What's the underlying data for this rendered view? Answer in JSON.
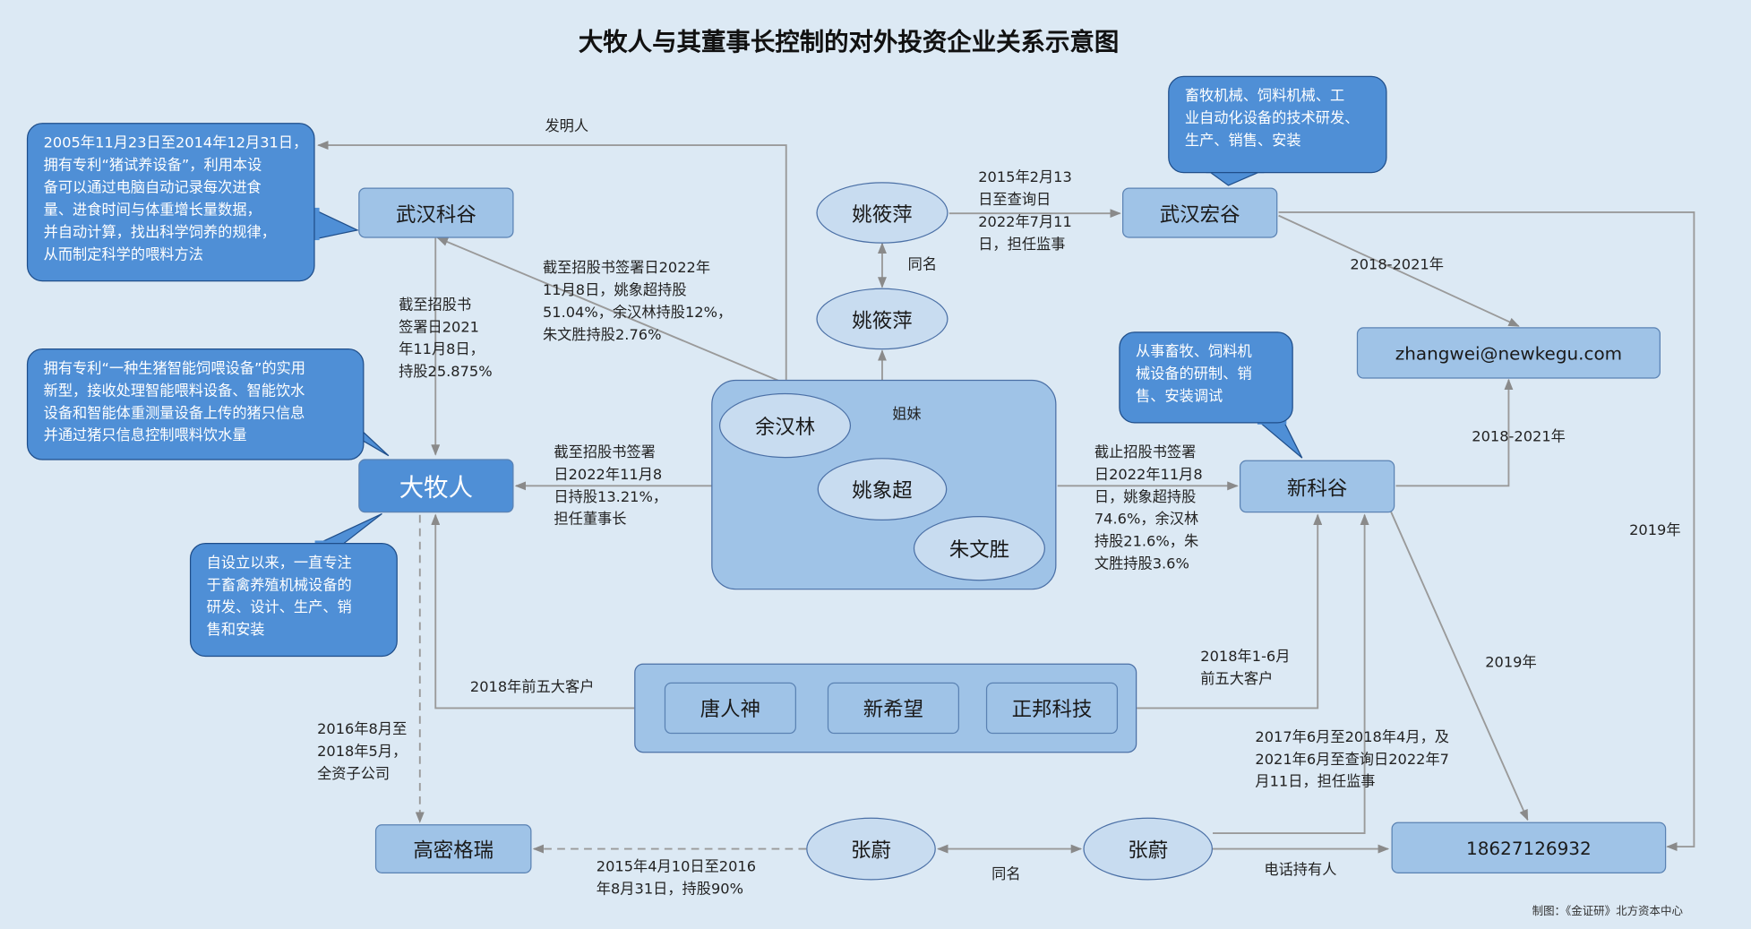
{
  "title": "大牧人与其董事长控制的对外投资企业关系示意图",
  "credit": "制图：《金证研》北方资本中心",
  "nodes": {
    "wuhan_kegu": "武汉科谷",
    "damuren": "大牧人",
    "gaomi_gerui": "高密格瑞",
    "yao_1": "姚筱萍",
    "yao_2": "姚筱萍",
    "wuhan_honggu": "武汉宏谷",
    "email": "zhangwei@newkegu.com",
    "xinkegu": "新科谷",
    "phone": "18627126932",
    "yu_hanlin": "余汉林",
    "yao_xiangchao": "姚象超",
    "zhu_wensheng": "朱文胜",
    "tangrenshen": "唐人神",
    "xinxiwang": "新希望",
    "zhengbang": "正邦科技",
    "zhangwei_1": "张蔚",
    "zhangwei_2": "张蔚"
  },
  "bubbles": {
    "patent_1": "2005年11月23日至2014年12月31日，\n拥有专利“猪试养设备”，利用本设\n备可以通过电脑自动记录每次进食\n量、进食时间与体重增长量数据，\n并自动计算，找出科学饲养的规律，\n从而制定科学的喂料方法",
    "patent_2": "拥有专利“一种生猪智能饲喂设备”的实用\n新型，接收处理智能喂料设备、智能饮水\n设备和智能体重测量设备上传的猪只信息\n并通过猪只信息控制喂料饮水量",
    "damuren_desc": "自设立以来，一直专注\n于畜禽养殖机械设备的\n研发、设计、生产、销\n售和安装",
    "honggu_desc": "畜牧机械、饲料机械、工\n业自动化设备的技术研发、\n生产、销售、安装",
    "xinkegu_desc": "从事畜牧、饲料机\n械设备的研制、销\n售、安装调试"
  },
  "labels": {
    "inventor": "发明人",
    "wuhan_kegu_hold": "截至招股书\n签署日2021\n年11月8日，\n持股25.875%",
    "kegu_shareholders": "截至招股书签署日2022年\n11月8日，姚象超持股\n51.04%，余汉林持股12%，\n朱文胜持股2.76%",
    "same_name_yao": "同名",
    "sisters": "姐妹",
    "yao_supervisor": "2015年2月13\n日至查询日\n2022年7月11\n日，担任监事",
    "email_period_1": "2018-2021年",
    "email_period_2": "2018-2021年",
    "chairman_hold": "截至招股书签署\n日2022年11月8\n日持股13.21%，\n担任董事长",
    "xinkegu_shareholders": "截止招股书签署\n日2022年11月8\n日，姚象超持股\n74.6%，余汉林\n持股21.6%，朱\n文胜持股3.6%",
    "phone_2019_a": "2019年",
    "phone_2019_b": "2019年",
    "top5_2018": "2018年前五大客户",
    "top5_2018h1": "2018年1-6月\n前五大客户",
    "gaomi_sub": "2016年8月至\n2018年5月，\n全资子公司",
    "zhangwei_supervisor": "2017年6月至2018年4月，及\n2021年6月至查询日2022年7\n月11日，担任监事",
    "zhangwei_hold": "2015年4月10日至2016\n年8月31日，持股90%",
    "same_name_zhang": "同名",
    "phone_holder": "电话持有人"
  },
  "colors": {
    "background": "#dce9f4",
    "box_fill": "#9fc3e7",
    "bubble_fill": "#4f8fd6",
    "edge": "#9a9a9a"
  }
}
